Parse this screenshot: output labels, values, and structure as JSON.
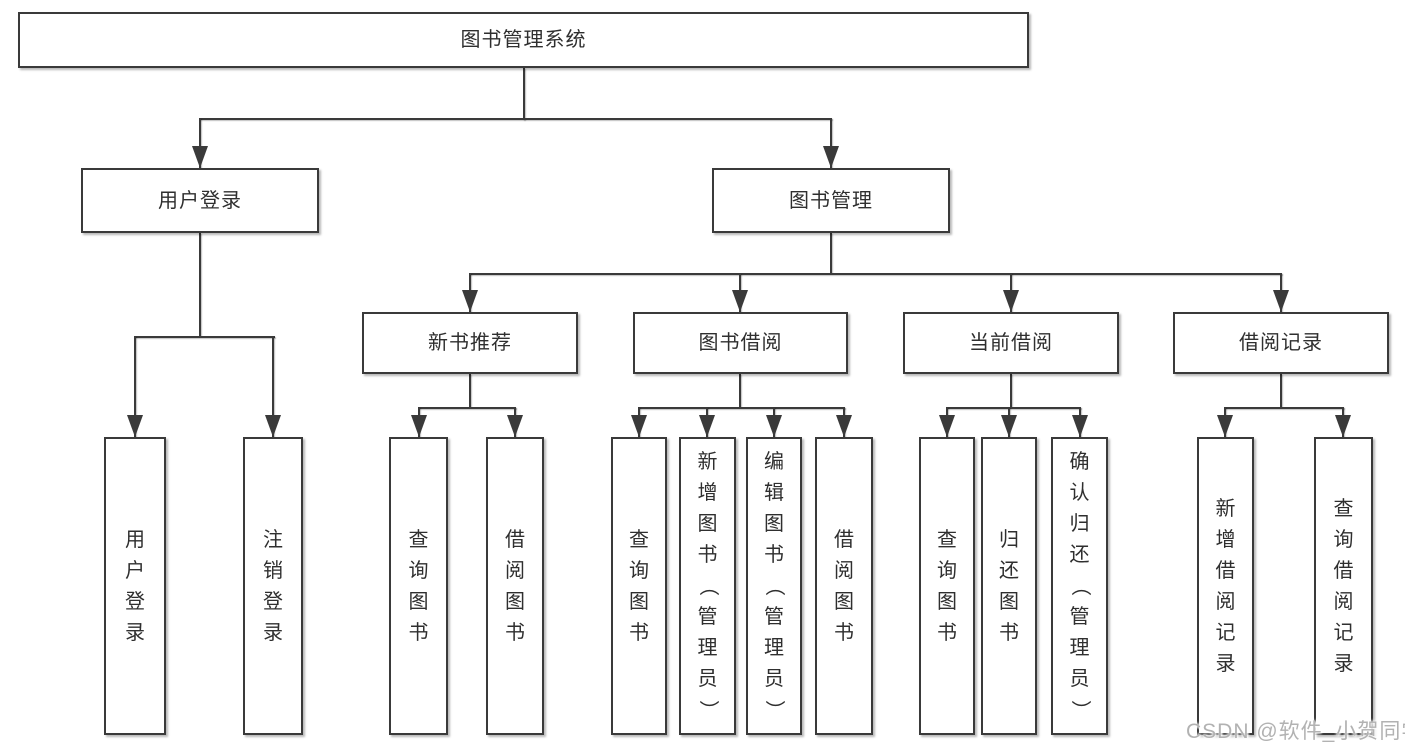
{
  "diagram": {
    "root": "图书管理系统",
    "branches": [
      {
        "label": "用户登录",
        "children": [
          "用户登录",
          "注销登录"
        ]
      },
      {
        "label": "图书管理",
        "groups": [
          {
            "label": "新书推荐",
            "children": [
              "查询图书",
              "借阅图书"
            ]
          },
          {
            "label": "图书借阅",
            "children": [
              "查询图书",
              "新增图书（管理员）",
              "编辑图书（管理员）",
              "借阅图书"
            ]
          },
          {
            "label": "当前借阅",
            "children": [
              "查询图书",
              "归还图书",
              "确认归还（管理员）"
            ]
          },
          {
            "label": "借阅记录",
            "children": [
              "新增借阅记录",
              "查询借阅记录"
            ]
          }
        ]
      }
    ],
    "line_color": "#3a3a3a",
    "box_border_color": "#3a3a3a",
    "text_color": "#2f2f2f",
    "background_color": "#ffffff"
  },
  "watermark": {
    "text": "CSDN @软件_小贺同学",
    "color": "#b2b2b2"
  }
}
